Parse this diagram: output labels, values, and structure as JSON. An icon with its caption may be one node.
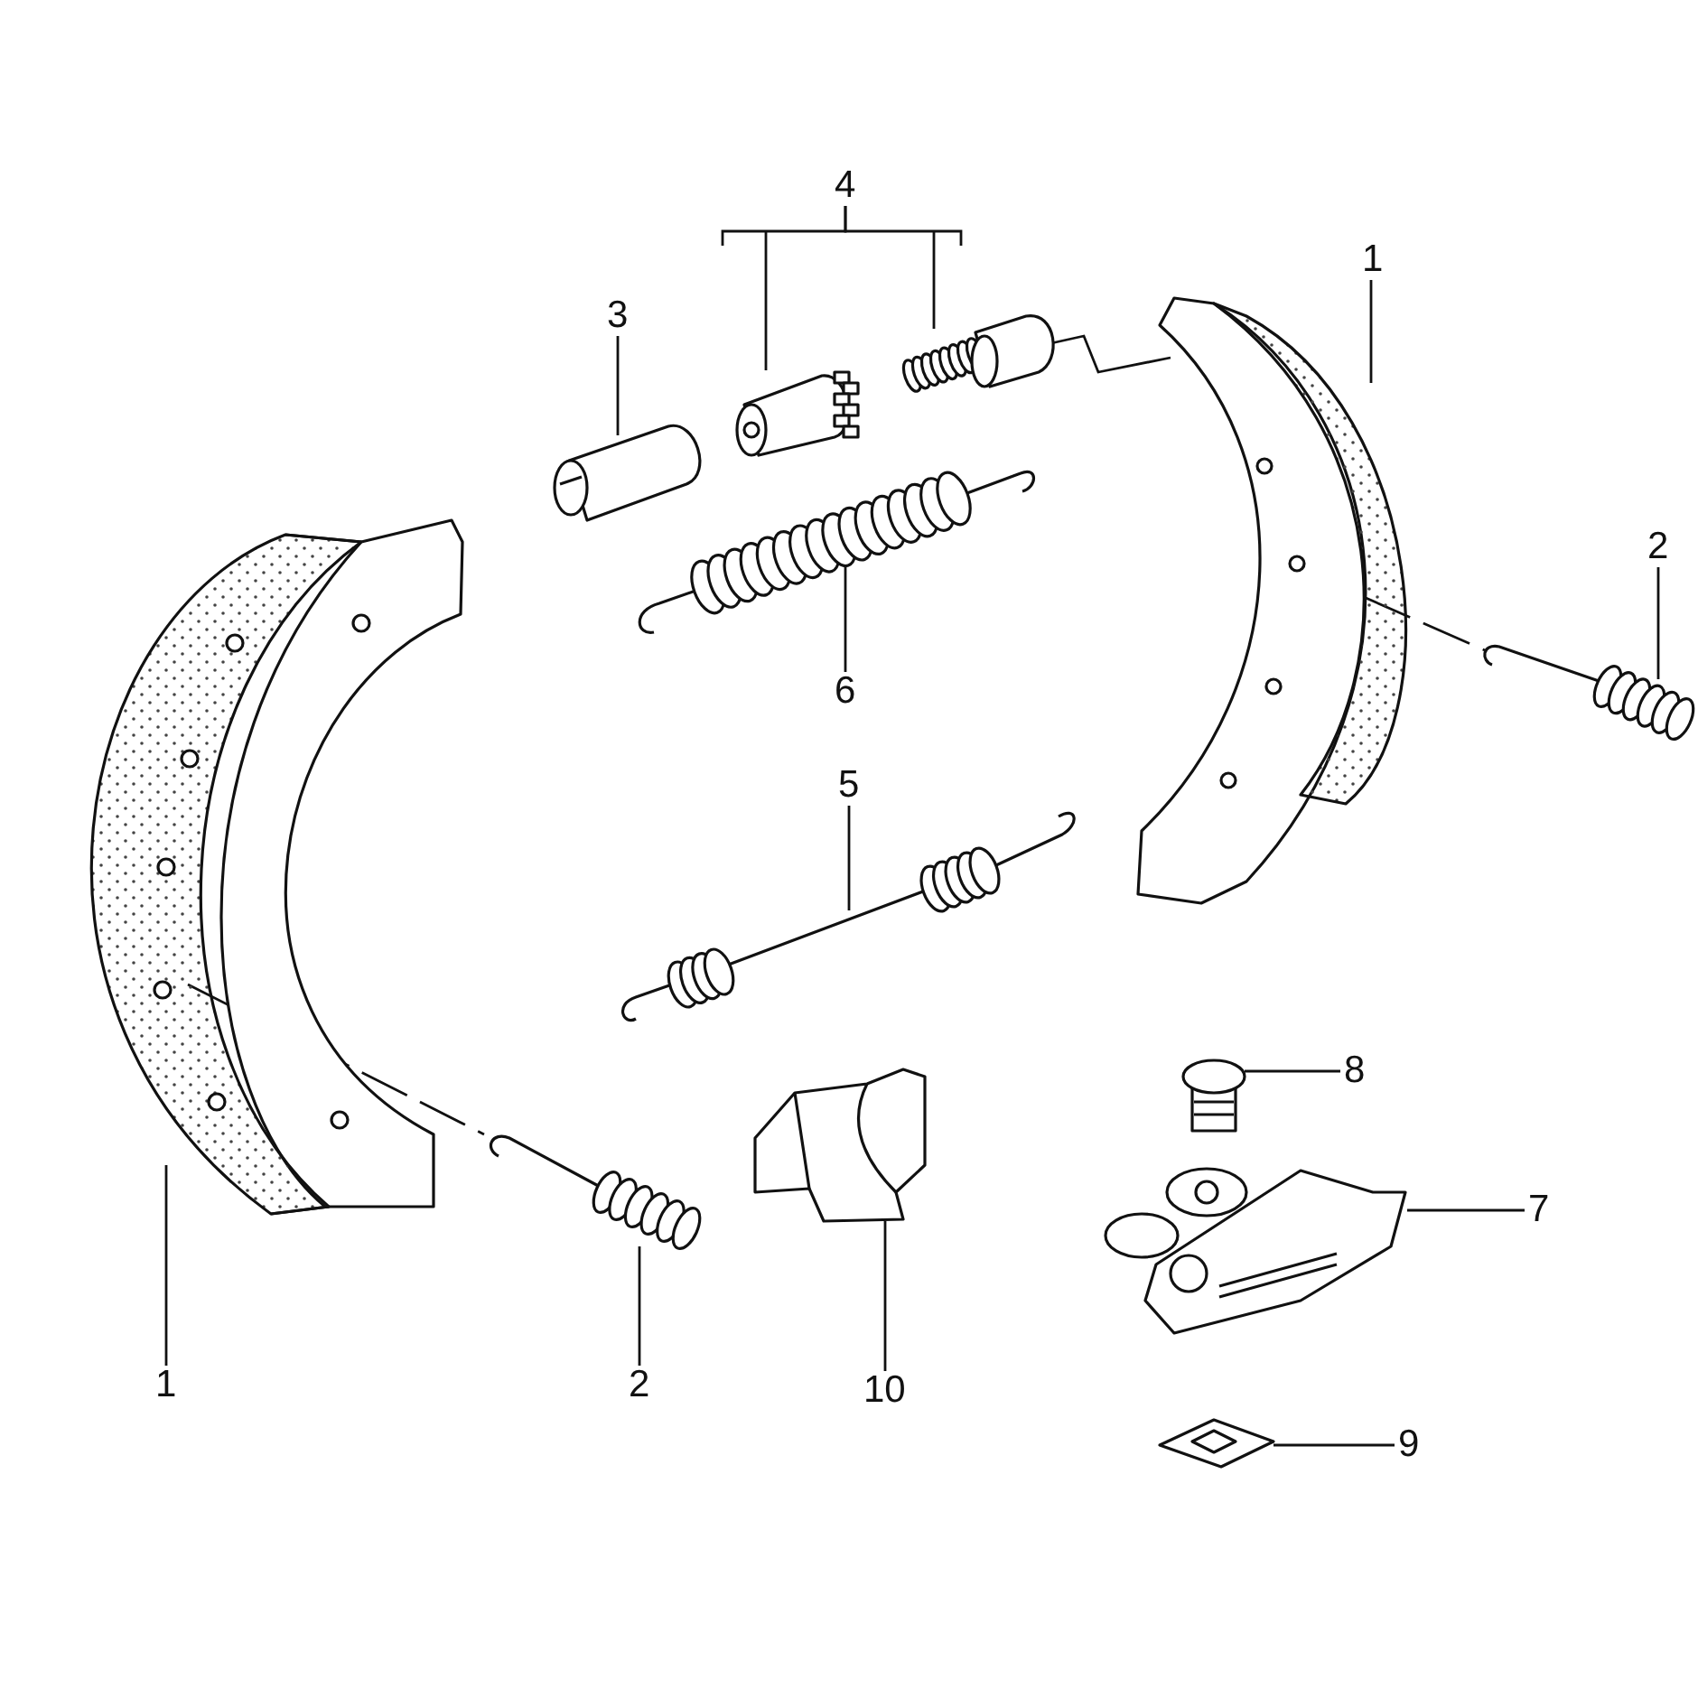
{
  "diagram": {
    "nodes": [
      {
        "text": [
          "4"
        ]
      },
      {
        "text": [
          "3"
        ]
      },
      {
        "text": [
          "1"
        ]
      },
      {
        "text": [
          "2"
        ]
      },
      {
        "text": [
          "6"
        ]
      },
      {
        "text": [
          "5"
        ]
      },
      {
        "text": [
          "8"
        ]
      },
      {
        "text": [
          "7"
        ]
      },
      {
        "text": [
          "9"
        ]
      },
      {
        "text": [
          "1"
        ]
      },
      {
        "text": [
          "2"
        ]
      },
      {
        "text": [
          "10"
        ]
      },
      {
        "text": [],
        "shape": "picture"
      },
      {
        "text": [],
        "shape": "picture"
      },
      {
        "text": [],
        "shape": "picture"
      },
      {
        "text": [],
        "shape": "picture"
      },
      {
        "text": [],
        "shape": "picture"
      },
      {
        "text": [],
        "shape": "picture"
      },
      {
        "text": [],
        "shape": "picture"
      },
      {
        "text": [],
        "shape": "picture"
      },
      {
        "text": [],
        "shape": "picture"
      },
      {
        "text": [],
        "shape": "picture"
      },
      {
        "text": [],
        "shape": "picture"
      },
      {
        "text": [],
        "shape": "picture"
      },
      {
        "text": [],
        "shape": "picture"
      }
    ],
    "edges": [
      {
        "from": 0,
        "to": 15,
        "arrow": "none"
      },
      {
        "from": 0,
        "to": 16,
        "arrow": "none"
      },
      {
        "from": 1,
        "to": 14,
        "arrow": "none"
      },
      {
        "from": 2,
        "to": 13,
        "arrow": "none"
      },
      {
        "from": 3,
        "to": 19,
        "arrow": "none"
      },
      {
        "from": 4,
        "to": 17,
        "arrow": "none"
      },
      {
        "from": 5,
        "to": 18,
        "arrow": "none"
      },
      {
        "from": 6,
        "to": 21,
        "arrow": "none"
      },
      {
        "from": 7,
        "to": 22,
        "arrow": "none"
      },
      {
        "from": 8,
        "to": 23,
        "arrow": "none"
      },
      {
        "from": 9,
        "to": 12,
        "arrow": "none"
      },
      {
        "from": 10,
        "to": 20,
        "arrow": "none"
      },
      {
        "from": 11,
        "to": 24,
        "arrow": "none"
      },
      {
        "from": 12,
        "to": 20,
        "arrow": "none",
        "style": "dashed"
      },
      {
        "from": 13,
        "to": 19,
        "arrow": "none",
        "style": "dashed"
      },
      {
        "from": 16,
        "to": 13,
        "arrow": "none"
      }
    ]
  }
}
